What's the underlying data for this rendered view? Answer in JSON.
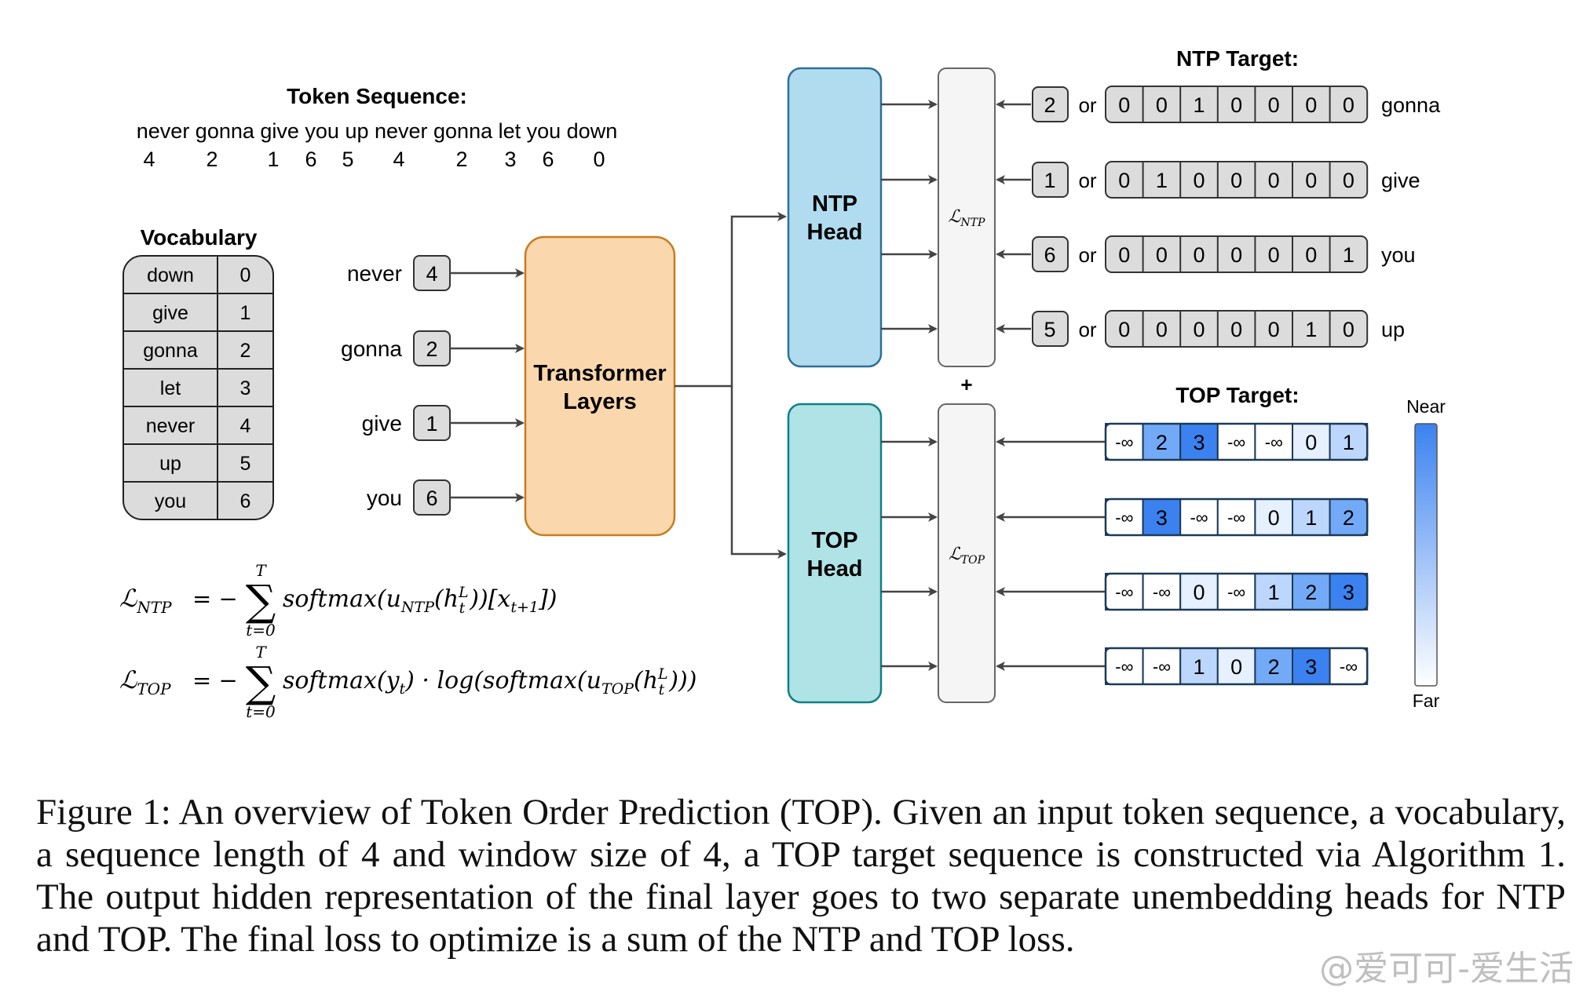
{
  "token_sequence": {
    "title": "Token Sequence:",
    "words": [
      "never",
      "gonna",
      "give",
      "you",
      "up",
      "never",
      "gonna",
      "let",
      "you",
      "down"
    ],
    "ids": [
      "4",
      "2",
      "1",
      "6",
      "5",
      "4",
      "2",
      "3",
      "6",
      "0"
    ]
  },
  "vocabulary": {
    "title": "Vocabulary",
    "rows": [
      {
        "word": "down",
        "id": "0"
      },
      {
        "word": "give",
        "id": "1"
      },
      {
        "word": "gonna",
        "id": "2"
      },
      {
        "word": "let",
        "id": "3"
      },
      {
        "word": "never",
        "id": "4"
      },
      {
        "word": "up",
        "id": "5"
      },
      {
        "word": "you",
        "id": "6"
      }
    ]
  },
  "inputs": [
    {
      "word": "never",
      "id": "4"
    },
    {
      "word": "gonna",
      "id": "2"
    },
    {
      "word": "give",
      "id": "1"
    },
    {
      "word": "you",
      "id": "6"
    }
  ],
  "transformer_label": [
    "Transformer",
    "Layers"
  ],
  "ntp_head_label": [
    "NTP",
    "Head"
  ],
  "top_head_label": [
    "TOP",
    "Head"
  ],
  "ntp_loss_label": "ℒNTP",
  "top_loss_label": "ℒTOP",
  "plus": "+",
  "ntp_target": {
    "title": "NTP Target:",
    "or": "or",
    "rows": [
      {
        "id": "2",
        "onehot": [
          "0",
          "0",
          "1",
          "0",
          "0",
          "0",
          "0"
        ],
        "word": "gonna"
      },
      {
        "id": "1",
        "onehot": [
          "0",
          "1",
          "0",
          "0",
          "0",
          "0",
          "0"
        ],
        "word": "give"
      },
      {
        "id": "6",
        "onehot": [
          "0",
          "0",
          "0",
          "0",
          "0",
          "0",
          "1"
        ],
        "word": "you"
      },
      {
        "id": "5",
        "onehot": [
          "0",
          "0",
          "0",
          "0",
          "0",
          "1",
          "0"
        ],
        "word": "up"
      }
    ]
  },
  "top_target": {
    "title": "TOP Target:",
    "rows": [
      [
        "-∞",
        "2",
        "3",
        "-∞",
        "-∞",
        "0",
        "1"
      ],
      [
        "-∞",
        "3",
        "-∞",
        "-∞",
        "0",
        "1",
        "2"
      ],
      [
        "-∞",
        "-∞",
        "0",
        "-∞",
        "1",
        "2",
        "3"
      ],
      [
        "-∞",
        "-∞",
        "1",
        "0",
        "2",
        "3",
        "-∞"
      ]
    ],
    "colors": {
      "-∞": "#ffffff",
      "0": "#e6f0fe",
      "1": "#bcd6fc",
      "2": "#73aaf7",
      "3": "#3b82f0"
    }
  },
  "scale": {
    "near": "Near",
    "far": "Far",
    "top_color": "#3b82f0",
    "bottom_color": "#ffffff"
  },
  "colors": {
    "transformer_fill": "#fad7ac",
    "transformer_stroke": "#c77c1f",
    "ntp_fill": "#b1dcf0",
    "ntp_stroke": "#2f6f99",
    "top_fill": "#b0e3e6",
    "top_stroke": "#0e8088",
    "gray_cell": "#dcdcdc"
  },
  "equations": {
    "ntp": {
      "lhs": "ℒ",
      "lhs_sub": "NTP",
      "eq": "= −",
      "upper": "T",
      "lower": "t=0",
      "body": "softmax(u",
      "body_sub": "NTP",
      "body2": "(h",
      "h_sup": "L",
      "h_sub": "t",
      "body3": "))[x",
      "x_sub": "t+1",
      "body4": "])"
    },
    "top": {
      "lhs": "ℒ",
      "lhs_sub": "TOP",
      "eq": "= −",
      "upper": "T",
      "lower": "t=0",
      "body": "softmax(y",
      "body_sub": "t",
      "body2": ") · log(softmax(u",
      "body_sub2": "TOP",
      "body3": "(h",
      "h_sup": "L",
      "h_sub": "t",
      "body4": ")))"
    }
  },
  "caption": "Figure 1:  An overview of Token Order Prediction (TOP). Given an input token sequence, a vocabulary, a sequence length of 4 and window size of 4, a TOP target sequence is constructed via Algorithm 1. The output hidden representation of the final layer goes to two separate unembedding heads for NTP and TOP. The final loss to optimize is a sum of the NTP and TOP loss.",
  "watermark": "@爱可可-爱生活"
}
